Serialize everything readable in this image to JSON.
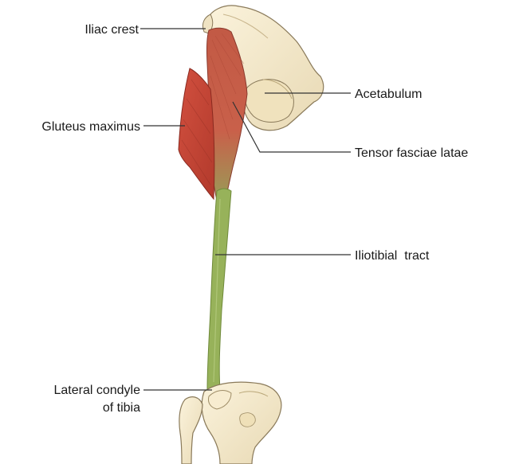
{
  "labels": {
    "iliac_crest": "Iliac crest",
    "gluteus_maximus": "Gluteus maximus",
    "acetabulum": "Acetabulum",
    "tensor_fasciae_latae": "Tensor fasciae latae",
    "iliotibial_tract": "Iliotibial  tract",
    "lateral_condyle_line1": "Lateral condyle",
    "lateral_condyle_line2": "of tibia"
  },
  "colors": {
    "bone": "#f4ead0",
    "bone_outline": "#8a7a5a",
    "muscle": "#c8493a",
    "muscle_dark": "#9e3327",
    "tract": "#97b25a",
    "tract_dark": "#6f8a3a",
    "leader": "#333333"
  }
}
